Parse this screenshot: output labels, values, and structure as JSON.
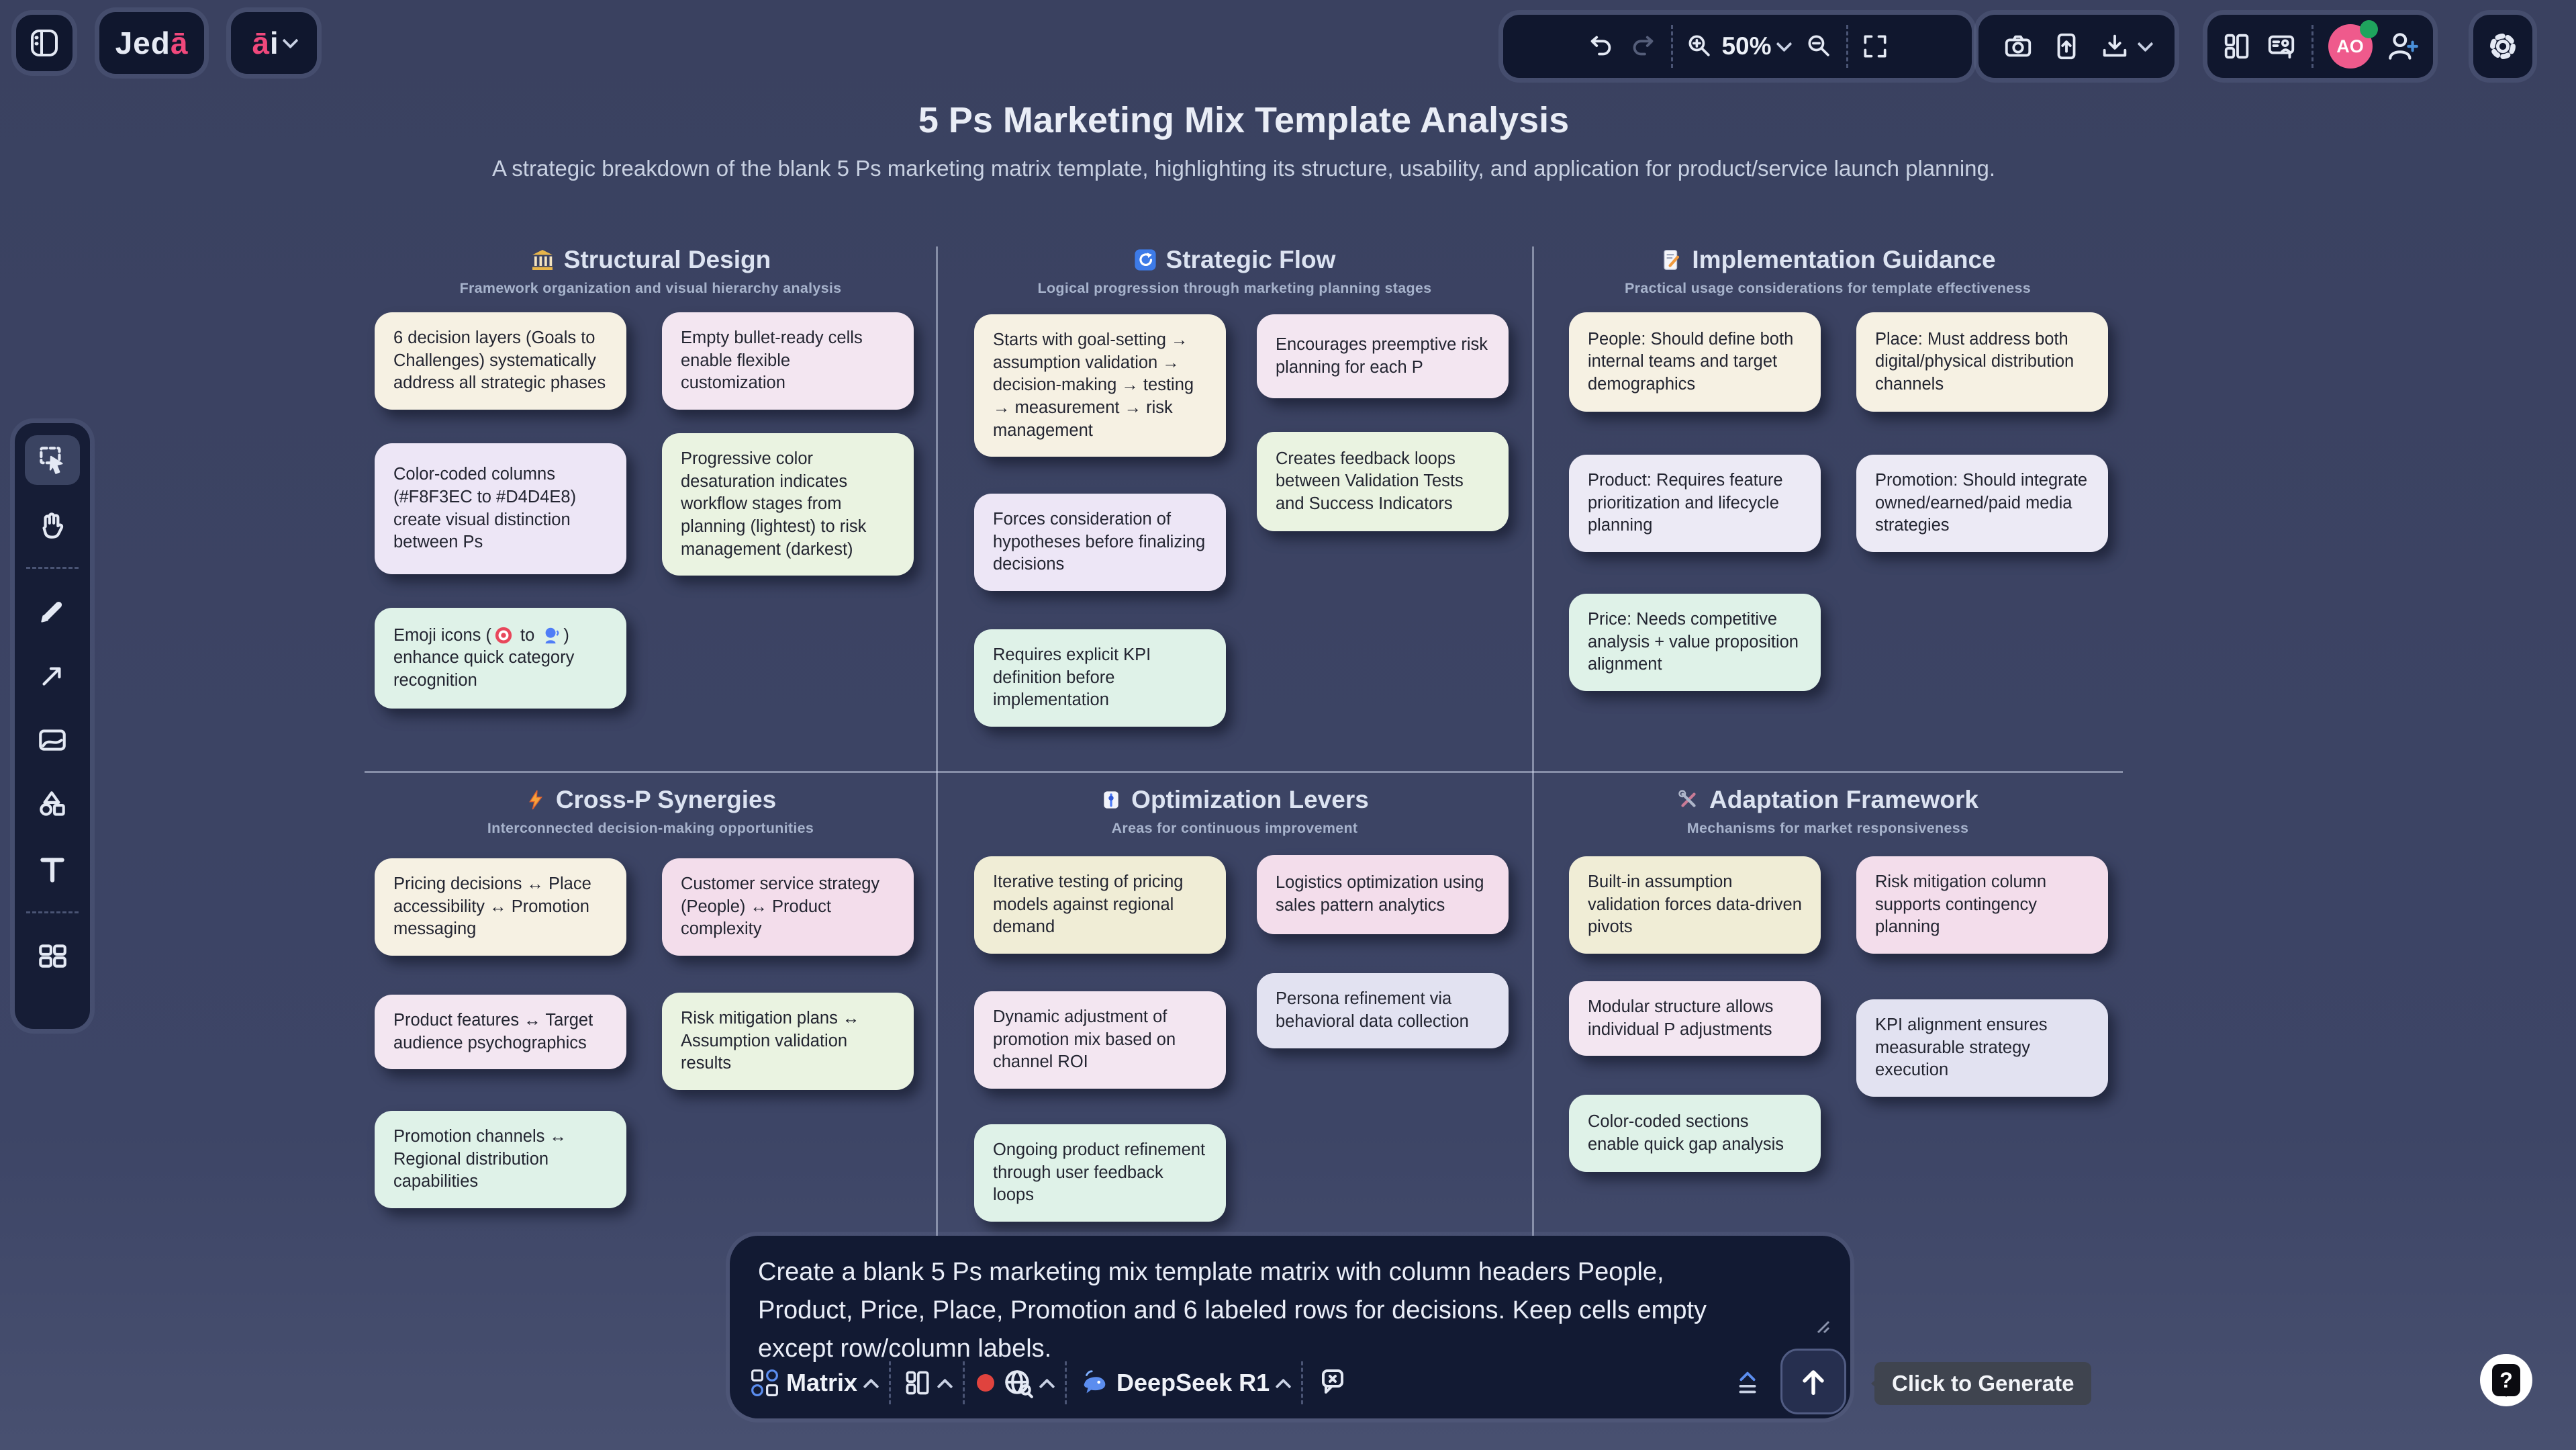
{
  "brand": {
    "jed": "Jed",
    "a_macron": "ā",
    "ai_a": "ā",
    "ai_i": "i"
  },
  "topbar": {
    "zoom_level": "50%",
    "avatar_initials": "AO"
  },
  "board": {
    "title": "5 Ps Marketing Mix Template Analysis",
    "subtitle": "A strategic breakdown of the blank 5 Ps marketing matrix template, highlighting its structure, usability, and application for product/service launch planning."
  },
  "sections": [
    {
      "icon_name": "classical-building",
      "title": "Structural Design",
      "subtitle": "Framework organization and visual hierarchy analysis",
      "notes": [
        {
          "text": "6 decision layers (Goals to Challenges) systematically address all strategic phases"
        },
        {
          "text": "Empty bullet-ready cells enable flexible customization"
        },
        {
          "text": "Color-coded columns (#F8F3EC to #D4D4E8) create visual distinction between Ps"
        },
        {
          "text": "Progressive color desaturation indicates workflow stages from planning (lightest) to risk management (darkest)"
        },
        {
          "text_parts": [
            "Emoji icons (",
            " to ",
            ") enhance quick category recognition"
          ],
          "icons": [
            "target",
            "speaking-head"
          ]
        }
      ]
    },
    {
      "icon_name": "cycle-arrows",
      "title": "Strategic Flow",
      "subtitle": "Logical progression through marketing planning stages",
      "notes": [
        {
          "text": "Starts with goal-setting → assumption validation → decision-making → testing → measurement → risk management"
        },
        {
          "text": "Encourages preemptive risk planning for each P"
        },
        {
          "text": "Creates feedback loops between Validation Tests and Success Indicators"
        },
        {
          "text": "Forces consideration of hypotheses before finalizing decisions"
        },
        {
          "text": "Requires explicit KPI definition before implementation"
        }
      ]
    },
    {
      "icon_name": "memo",
      "title": "Implementation Guidance",
      "subtitle": "Practical usage considerations for template effectiveness",
      "notes": [
        {
          "text": "People: Should define both internal teams and target demographics"
        },
        {
          "text": "Place: Must address both digital/physical distribution channels"
        },
        {
          "text": "Product: Requires feature prioritization and lifecycle planning"
        },
        {
          "text": "Promotion: Should integrate owned/earned/paid media strategies"
        },
        {
          "text": "Price: Needs competitive analysis + value proposition alignment"
        }
      ]
    },
    {
      "icon_name": "lightning",
      "title": "Cross-P Synergies",
      "subtitle": "Interconnected decision-making opportunities",
      "notes": [
        {
          "text": "Pricing decisions ↔ Place accessibility ↔ Promotion messaging"
        },
        {
          "text": "Customer service strategy (People) ↔ Product complexity"
        },
        {
          "text": "Product features ↔ Target audience psychographics"
        },
        {
          "text": "Risk mitigation plans ↔ Assumption validation results"
        },
        {
          "text": "Promotion channels ↔ Regional distribution capabilities"
        }
      ]
    },
    {
      "icon_name": "level-slider",
      "title": "Optimization Levers",
      "subtitle": "Areas for continuous improvement",
      "notes": [
        {
          "text": "Iterative testing of pricing models against regional demand"
        },
        {
          "text": "Logistics optimization using sales pattern analytics"
        },
        {
          "text": "Persona refinement via behavioral data collection"
        },
        {
          "text": "Dynamic adjustment of promotion mix based on channel ROI"
        },
        {
          "text": "Ongoing product refinement through user feedback loops"
        }
      ]
    },
    {
      "icon_name": "tools",
      "title": "Adaptation Framework",
      "subtitle": "Mechanisms for market responsiveness",
      "notes": [
        {
          "text": "Built-in assumption validation forces data-driven pivots"
        },
        {
          "text": "Risk mitigation column supports contingency planning"
        },
        {
          "text": "Modular structure allows individual P adjustments"
        },
        {
          "text": "KPI alignment ensures measurable strategy execution"
        },
        {
          "text": "Color-coded sections enable quick gap analysis"
        }
      ]
    }
  ],
  "prompt": {
    "text": "Create a blank 5 Ps marketing mix template matrix with column headers People, Product, Price, Place, Promotion and 6 labeled rows for decisions. Keep cells empty except row/column labels.",
    "type_label": "Matrix",
    "model_label": "DeepSeek R1",
    "generate_tooltip": "Click to Generate",
    "help_label": "?"
  },
  "colors": {
    "accent_pink": "#F0487C",
    "canvas": "#3D4566",
    "panel": "#10172E",
    "blue_accent": "#5B8DEF",
    "green_dot": "#1FA45D",
    "red_dot": "#E0433E"
  }
}
